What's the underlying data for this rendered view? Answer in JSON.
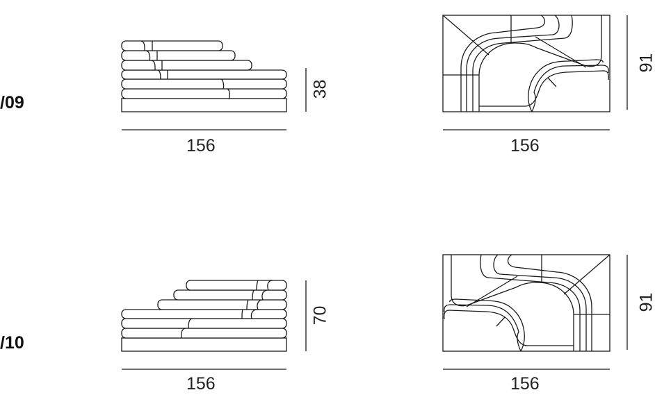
{
  "modules": [
    {
      "code": "/09",
      "side_view": {
        "width": "156",
        "height": "38"
      },
      "plan_view": {
        "width": "156",
        "depth": "91"
      }
    },
    {
      "code": "/10",
      "side_view": {
        "width": "156",
        "height": "70"
      },
      "plan_view": {
        "width": "156",
        "depth": "91"
      }
    }
  ],
  "colors": {
    "line": "#1a1a1a",
    "background": "#ffffff"
  }
}
